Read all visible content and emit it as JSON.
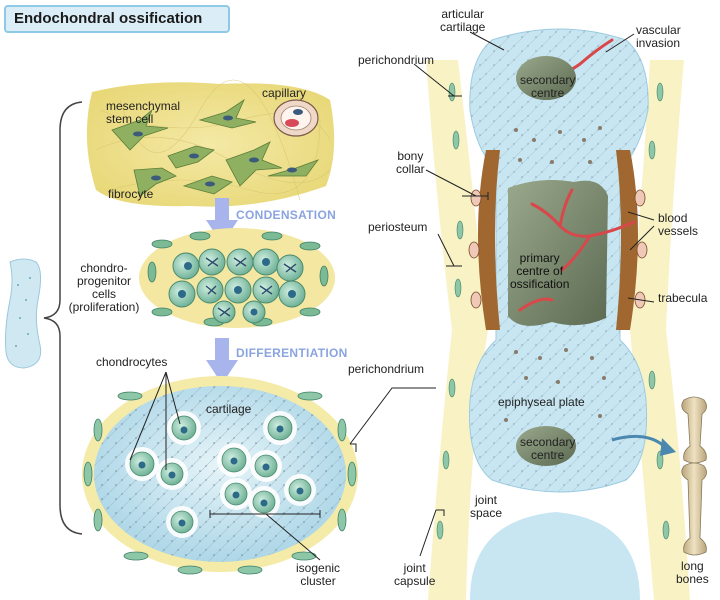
{
  "title": "Endochondral ossification",
  "steps": {
    "condensation": "CONDENSATION",
    "differentiation": "DIFFERENTIATION"
  },
  "labels": {
    "capillary": "capillary",
    "mesenchymal": "mesenchymal\nstem cell",
    "fibrocyte": "fibrocyte",
    "chondro": "chondro-\nprogenitor\ncells\n(proliferation)",
    "chondrocytes": "chondrocytes",
    "cartilage": "cartilage",
    "isogenic": "isogenic\ncluster",
    "perichondrium_top": "perichondrium",
    "perichondrium_mid": "perichondrium",
    "articular": "articular\ncartilage",
    "vascular": "vascular\ninvasion",
    "secondary_top": "secondary\ncentre",
    "secondary_bottom": "secondary\ncentre",
    "bony_collar": "bony\ncollar",
    "periosteum": "periosteum",
    "primary": "primary\ncentre of\nossification",
    "blood_vessels": "blood\nvessels",
    "trabecula": "trabecula",
    "epiphyseal": "epiphyseal plate",
    "joint_space": "joint\nspace",
    "joint_capsule": "joint\ncapsule",
    "long_bones": "long\nbones"
  },
  "colors": {
    "cartilage": "#c8e6f2",
    "mesenchyme": "#f0e08a",
    "capsule": "#f8f2c4",
    "cell": "#86c4a8",
    "nucleus": "#2c6a88",
    "bone": "#a06830",
    "marrow": "#7c8a6c",
    "vessel": "#d8484a",
    "arrow": "#a8b4ec",
    "bone_tan": "#d8c8a0"
  }
}
